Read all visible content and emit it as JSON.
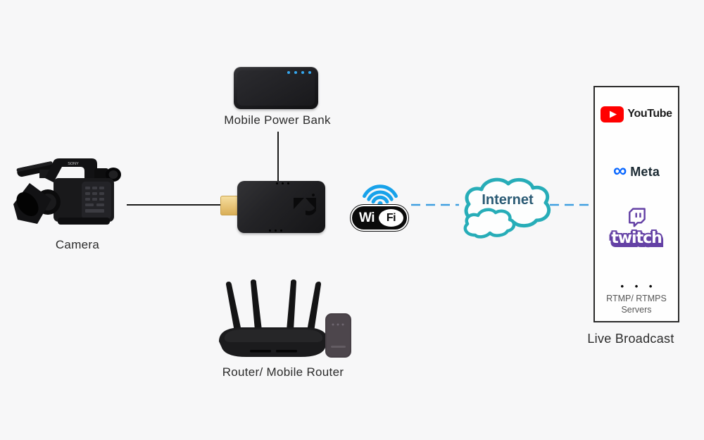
{
  "nodes": {
    "camera": {
      "label": "Camera",
      "brand": "SONY"
    },
    "power_bank": {
      "label": "Mobile Power Bank"
    },
    "wifi": {
      "wi": "Wi",
      "fi": "Fi"
    },
    "internet": {
      "label": "Internet"
    },
    "router": {
      "label": "Router/ Mobile Router"
    },
    "broadcast": {
      "label": "Live Broadcast",
      "platforms": [
        {
          "name": "YouTube"
        },
        {
          "name": "Meta"
        },
        {
          "name": "twitch"
        }
      ],
      "ellipsis": "• • •",
      "servers": {
        "line1": "RTMP/ RTMPS",
        "line2": "Servers"
      }
    }
  },
  "colors": {
    "background": "#f7f7f8",
    "solid_cable": "#1a1a1a",
    "dashed_link_blue": "#3f9fe0",
    "wifi_blue": "#18a2ea",
    "cloud_teal": "#27adb8",
    "internet_text": "#2a5a74",
    "youtube_red": "#ff0000",
    "meta_blue": "#0866ff",
    "twitch_purple": "#6441a5",
    "power_led_blue": "#35a7ef",
    "hdmi_gold": "#e6c173",
    "servers_text": "#565656"
  }
}
